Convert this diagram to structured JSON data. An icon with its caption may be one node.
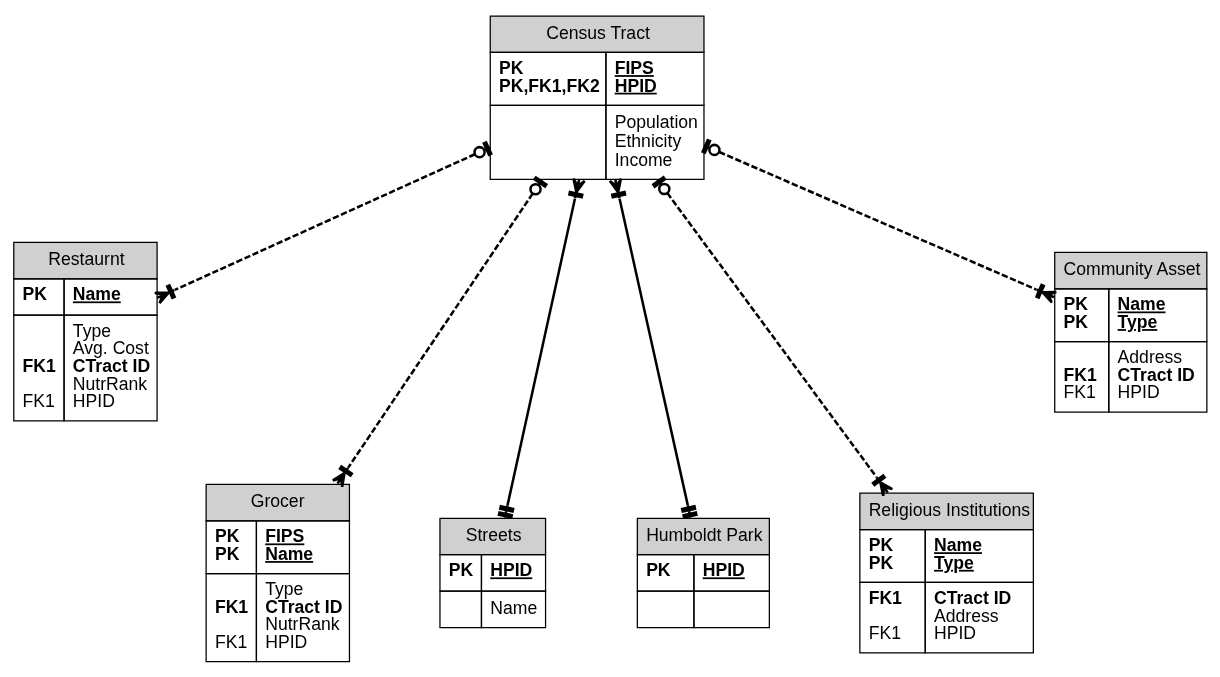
{
  "diagram": {
    "nodes": [
      {
        "text": [
          "Restaurnt",
          "PK",
          "Name",
          "Type",
          "Avg. Cost",
          "FK1",
          "CTract ID",
          "NutrRank",
          "FK1",
          "HPID"
        ]
      },
      {
        "text": [
          "Census Tract",
          "PK",
          "FIPS",
          "PK,FK1,FK2",
          "HPID",
          "Population",
          "Ethnicity",
          "Income"
        ]
      },
      {
        "text": [
          "Community Asset",
          "PK",
          "Name",
          "PK",
          "Type",
          "Address",
          "FK1",
          "CTract ID",
          "FK1",
          "HPID"
        ]
      },
      {
        "text": [
          "Grocer",
          "PK",
          "FIPS",
          "PK",
          "Name",
          "Type",
          "FK1",
          "CTract ID",
          "NutrRank",
          "FK1",
          "HPID"
        ]
      },
      {
        "text": [
          "Streets",
          "PK",
          "HPID",
          "Name"
        ]
      },
      {
        "text": [
          "Humboldt Park",
          "PK",
          "HPID"
        ]
      },
      {
        "text": [
          "Religious Institutions",
          "PK",
          "Name",
          "PK",
          "Type",
          "FK1",
          "CTract ID",
          "Address",
          "FK1",
          "HPID"
        ]
      }
    ],
    "edges": [
      {
        "from": 1,
        "to": 0,
        "arrow": "other",
        "style": "dashed"
      },
      {
        "from": 1,
        "to": 3,
        "arrow": "other",
        "style": "dashed"
      },
      {
        "from": 1,
        "to": 4,
        "arrow": "other"
      },
      {
        "from": 1,
        "to": 5,
        "arrow": "other"
      },
      {
        "from": 1,
        "to": 6,
        "arrow": "other",
        "style": "dashed"
      },
      {
        "from": 1,
        "to": 2,
        "arrow": "other",
        "style": "dashed"
      }
    ]
  }
}
